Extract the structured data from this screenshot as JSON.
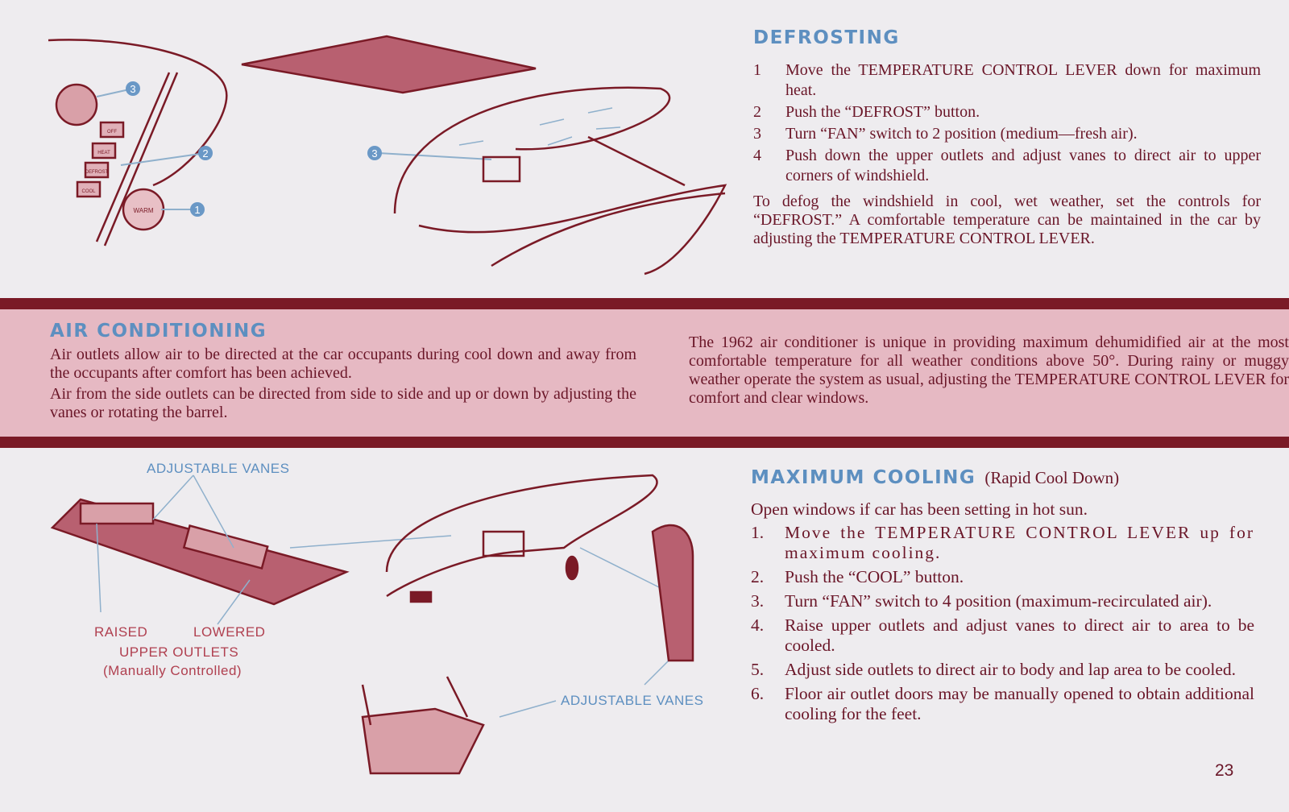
{
  "defrosting": {
    "heading": "DEFROSTING",
    "steps": [
      {
        "num": "1",
        "text": "Move the TEMPERATURE CONTROL LEVER down for maximum heat."
      },
      {
        "num": "2",
        "text": "Push the “DEFROST” button."
      },
      {
        "num": "3",
        "text": "Turn “FAN” switch to 2 position (medium—fresh air)."
      },
      {
        "num": "4",
        "text": "Push down the upper outlets and adjust vanes to direct air to upper corners of windshield."
      }
    ],
    "note": "To defog the windshield in cool, wet weather, set the controls for “DEFROST.” A comfortable temperature can be maintained in the car by adjusting the TEMPERATURE CONTROL LEVER.",
    "illustration": {
      "callouts": [
        "3",
        "2",
        "1"
      ],
      "buttons": [
        "OFF",
        "HEAT",
        "DEFROST",
        "COOL"
      ],
      "knob": "WARM",
      "outlet_callout": "3"
    }
  },
  "air_conditioning": {
    "heading": "AIR CONDITIONING",
    "left_p1": "Air outlets allow air to be directed at the car occupants during cool down and away from the occupants after comfort has been achieved.",
    "left_p2": "Air from the side outlets can be directed from side to side and up or down by adjusting the vanes or rotating the barrel.",
    "right": "The 1962 air conditioner is unique in providing maximum dehumidified air at the most comfortable temperature for all weather conditions above 50°. During rainy or muggy weather operate the system as usual, adjusting the TEMPERATURE CONTROL LEVER for comfort and clear windows."
  },
  "illustration_labels": {
    "adjustable_vanes_top": "ADJUSTABLE VANES",
    "raised": "RAISED",
    "lowered": "LOWERED",
    "upper_outlets": "UPPER OUTLETS",
    "manually": "(Manually Controlled)",
    "adjustable_vanes_bottom": "ADJUSTABLE VANES"
  },
  "maximum_cooling": {
    "heading": "MAXIMUM COOLING",
    "subheading": "(Rapid Cool Down)",
    "intro": "Open windows if car has been setting in hot sun.",
    "steps": [
      {
        "num": "1.",
        "text": "Move the TEMPERATURE CONTROL LEVER up for maximum cooling."
      },
      {
        "num": "2.",
        "text": "Push the “COOL” button."
      },
      {
        "num": "3.",
        "text": "Turn “FAN” switch to 4 position (maximum-recirculated air)."
      },
      {
        "num": "4.",
        "text": "Raise upper outlets and adjust vanes to direct air to area to be cooled."
      },
      {
        "num": "5.",
        "text": "Adjust side outlets to direct air to body and lap area to be cooled."
      },
      {
        "num": "6.",
        "text": "Floor air outlet doors may be manually opened to obtain additional cooling for the feet."
      }
    ]
  },
  "page_number": "23",
  "colors": {
    "ink": "#6a1628",
    "heading": "#5d8fc0",
    "band": "#7a1a26",
    "pink": "#e6b9c3"
  }
}
